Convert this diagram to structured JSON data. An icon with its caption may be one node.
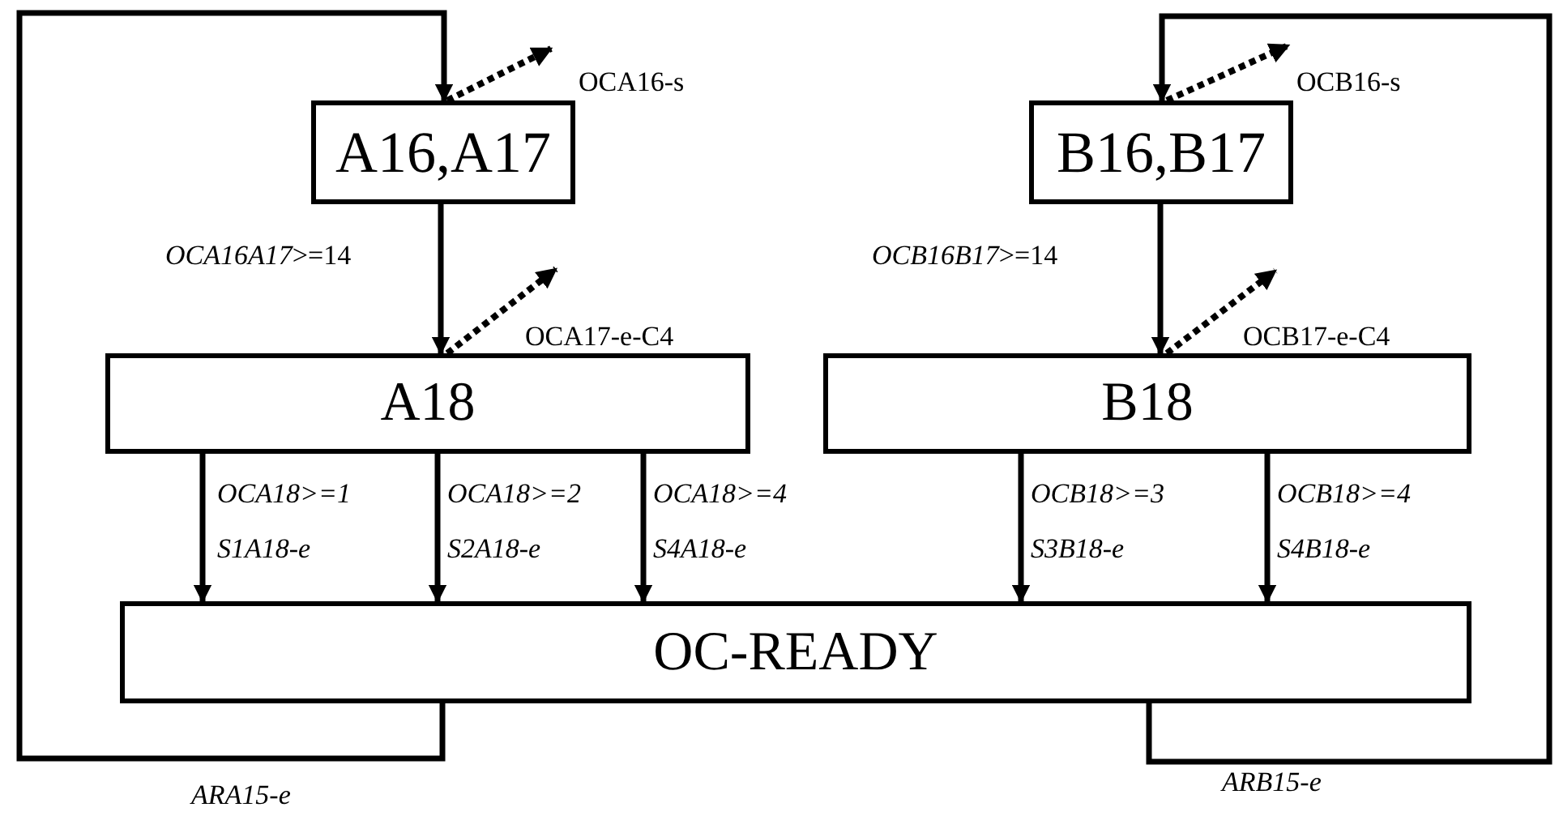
{
  "diagram": {
    "nodes": [
      {
        "text": [
          "A16,A17"
        ]
      },
      {
        "text": [
          "B16,B17"
        ]
      },
      {
        "text": [
          "A18"
        ]
      },
      {
        "text": [
          "B18"
        ]
      },
      {
        "text": [
          "OC-READY"
        ]
      }
    ],
    "edges": [
      {
        "from": 4,
        "to": 0,
        "arrow": "to",
        "label": "ARA15-e"
      },
      {
        "from": 4,
        "to": 1,
        "arrow": "to",
        "label": "ARB15-e"
      },
      {
        "from": 0,
        "to": null,
        "arrow": "to",
        "style": "dashed",
        "label": "OCA16-s"
      },
      {
        "from": 1,
        "to": null,
        "arrow": "to",
        "style": "dashed",
        "label": "OCB16-s"
      },
      {
        "from": 0,
        "to": 2,
        "arrow": "to",
        "label": "*OCA16A17*>=14"
      },
      {
        "from": 2,
        "to": null,
        "arrow": "to",
        "style": "dashed",
        "label": "OCA17-e-C4"
      },
      {
        "from": 1,
        "to": 3,
        "arrow": "to",
        "label": "*OCB16B17*>=14"
      },
      {
        "from": 3,
        "to": null,
        "arrow": "to",
        "style": "dashed",
        "label": "OCB17-e-C4"
      },
      {
        "from": 2,
        "to": 4,
        "arrow": "to",
        "label": "OCA18>=1 S1A18-e"
      },
      {
        "from": 2,
        "to": 4,
        "arrow": "to",
        "label": "OCA18>=2 S2A18-e"
      },
      {
        "from": 2,
        "to": 4,
        "arrow": "to",
        "label": "OCA18>=4 S4A18-e"
      },
      {
        "from": 3,
        "to": 4,
        "arrow": "to",
        "label": "OCB18>=3 S3B18-e"
      },
      {
        "from": 3,
        "to": 4,
        "arrow": "to",
        "label": "OCB18>=4 S4B18-e"
      }
    ]
  }
}
